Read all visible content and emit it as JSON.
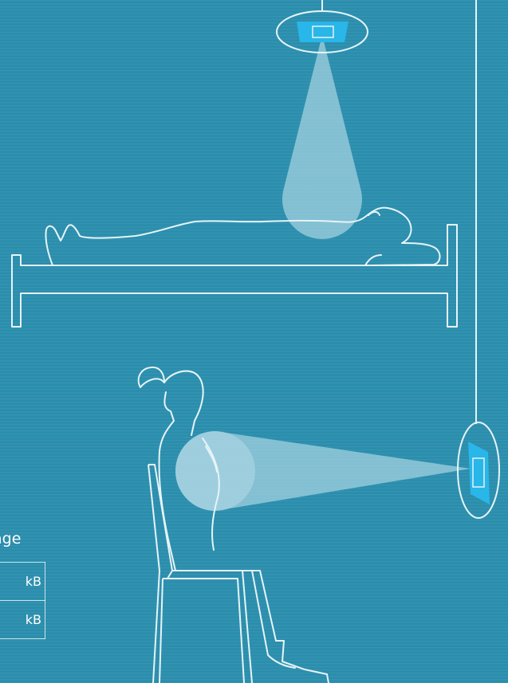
{
  "panel": {
    "heading": "age",
    "rows": [
      {
        "size": "kB"
      },
      {
        "size": "kB"
      }
    ]
  },
  "colors": {
    "background": "#2b8fae",
    "line": "#e6f4f8",
    "device": "#29b6e8",
    "beam": "#a9d4e3"
  },
  "icons": [
    "ceiling-sensor-icon",
    "wall-sensor-icon",
    "lying-person-icon",
    "bed-icon",
    "seated-person-icon",
    "chair-icon"
  ]
}
